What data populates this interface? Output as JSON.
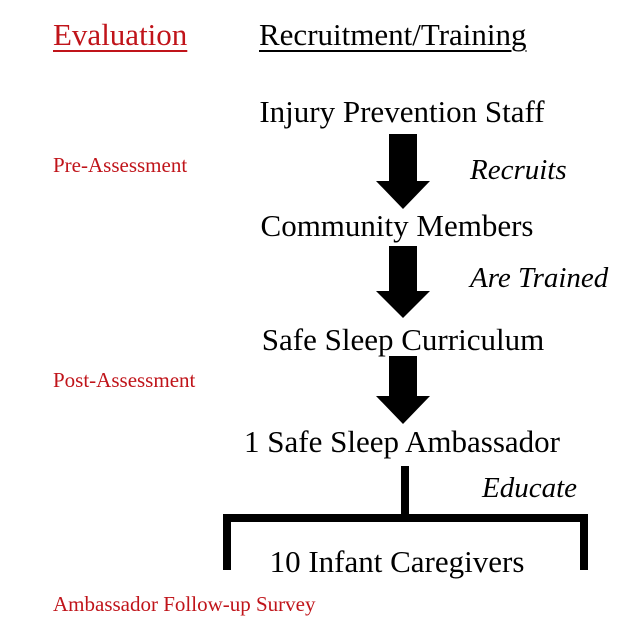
{
  "headers": {
    "evaluation": "Evaluation",
    "recruitment_training": "Recruitment/Training"
  },
  "flow": {
    "nodes": [
      "Injury Prevention Staff",
      "Community Members",
      "Safe Sleep Curriculum",
      "1 Safe Sleep Ambassador",
      "10 Infant Caregivers"
    ],
    "steps": [
      "Recruits",
      "Are Trained",
      "Educate"
    ]
  },
  "evaluation": {
    "pre": "Pre-Assessment",
    "post": "Post-Assessment",
    "follow_up": "Ambassador Follow-up Survey"
  },
  "colors": {
    "evaluation_red": "#c0141a",
    "diagram_black": "#000000"
  }
}
